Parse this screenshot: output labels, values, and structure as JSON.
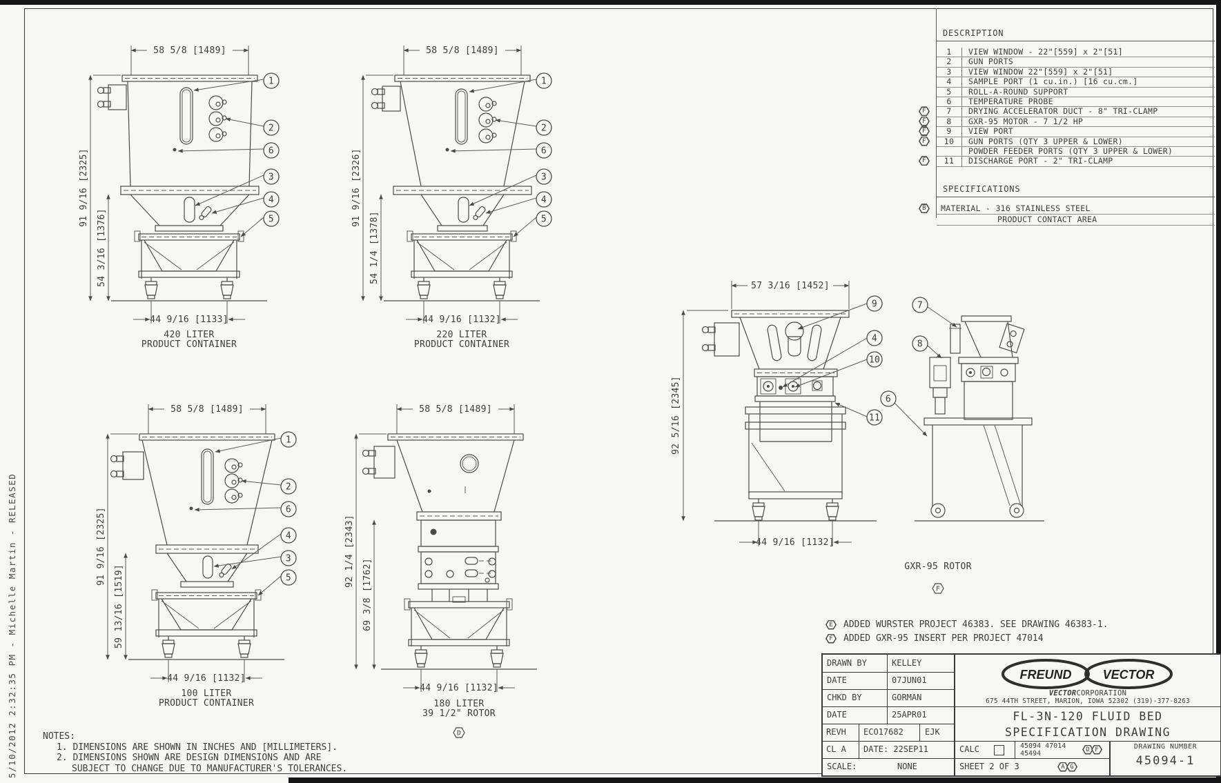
{
  "meta": {
    "side_text": "5/10/2012 2:32:35 PM - Michelle Martin - RELEASED"
  },
  "description_table": {
    "title": "DESCRIPTION",
    "rows": [
      {
        "num": "1",
        "flag": "",
        "text": "VIEW WINDOW - 22\"[559] x 2\"[51]"
      },
      {
        "num": "2",
        "flag": "",
        "text": "GUN PORTS"
      },
      {
        "num": "3",
        "flag": "",
        "text": "VIEW WINDOW 22\"[559] x 2\"[51]"
      },
      {
        "num": "4",
        "flag": "",
        "text": "SAMPLE PORT (1 cu.in.) [16 cu.cm.]"
      },
      {
        "num": "5",
        "flag": "",
        "text": "ROLL-A-ROUND SUPPORT"
      },
      {
        "num": "6",
        "flag": "",
        "text": "TEMPERATURE PROBE"
      },
      {
        "num": "7",
        "flag": "F",
        "text": "DRYING ACCELERATOR DUCT - 8\" TRI-CLAMP"
      },
      {
        "num": "8",
        "flag": "F",
        "text": "GXR-95 MOTOR - 7 1/2 HP"
      },
      {
        "num": "9",
        "flag": "F",
        "text": "VIEW PORT"
      },
      {
        "num": "10",
        "flag": "F",
        "text": "GUN PORTS (QTY 3 UPPER & LOWER)"
      },
      {
        "num": "",
        "flag": "",
        "text": "POWDER FEEDER PORTS (QTY 3 UPPER & LOWER)"
      },
      {
        "num": "11",
        "flag": "F",
        "text": "DISCHARGE PORT - 2\" TRI-CLAMP"
      }
    ]
  },
  "specifications": {
    "title": "SPECIFICATIONS",
    "flag": "B",
    "material_line": "MATERIAL - 316 STAINLESS STEEL",
    "area_line": "PRODUCT CONTACT AREA"
  },
  "drawings": {
    "c420": {
      "title_line1": "420 LITER",
      "title_line2": "PRODUCT CONTAINER",
      "dim_width": "58 5/8 [1489]",
      "dim_height": "91 9/16 [2325]",
      "dim_inner": "54 3/16 [1376]",
      "dim_base": "44 9/16 [1133]",
      "callouts": [
        "1",
        "2",
        "6",
        "3",
        "4",
        "5"
      ]
    },
    "c220": {
      "title_line1": "220 LITER",
      "title_line2": "PRODUCT CONTAINER",
      "dim_width": "58 5/8 [1489]",
      "dim_height": "91 9/16 [2326]",
      "dim_inner": "54 1/4 [1378]",
      "dim_base": "44 9/16 [1132]",
      "callouts": [
        "1",
        "2",
        "6",
        "3",
        "4",
        "5"
      ]
    },
    "c100": {
      "title_line1": "100 LITER",
      "title_line2": "PRODUCT CONTAINER",
      "dim_width": "58 5/8 [1489]",
      "dim_height": "91 9/16 [2325]",
      "dim_inner": "59 13/16 [1519]",
      "dim_base": "44 9/16 [1132]",
      "callouts": [
        "1",
        "2",
        "6",
        "4",
        "3",
        "5"
      ]
    },
    "r180": {
      "title_line1": "180 LITER",
      "title_line2": "39 1/2\" ROTOR",
      "flag": "D",
      "dim_width": "58 5/8 [1489]",
      "dim_height": "92 1/4 [2343]",
      "dim_inner": "69 3/8 [1762]",
      "dim_base": "44 9/16 [1132]"
    },
    "gxr": {
      "title": "GXR-95 ROTOR",
      "flag": "F",
      "dim_width": "57 3/16 [1452]",
      "dim_height": "92 5/16 [2345]",
      "dim_base": "44 9/16 [1132]",
      "callouts_front": [
        "9",
        "4",
        "10",
        "11"
      ],
      "callout_mid": "6",
      "callouts_side": [
        "7",
        "8"
      ]
    }
  },
  "revisions": [
    {
      "flag": "E",
      "text": "ADDED WURSTER PROJECT 46383. SEE DRAWING 46383-1."
    },
    {
      "flag": "F",
      "text": "ADDED GXR-95 INSERT PER PROJECT 47014"
    }
  ],
  "notes": {
    "title": "NOTES:",
    "line1": "1. DIMENSIONS ARE SHOWN IN INCHES AND [MILLIMETERS].",
    "line2": "2. DIMENSIONS SHOWN ARE DESIGN DIMENSIONS AND ARE",
    "line3": "SUBJECT TO CHANGE DUE TO MANUFACTURER'S TOLERANCES."
  },
  "title_block": {
    "drawn_by_label": "DRAWN BY",
    "drawn_by": "KELLEY",
    "date1_label": "DATE",
    "date1": "07JUN01",
    "chkd_by_label": "CHKD BY",
    "chkd_by": "GORMAN",
    "date2_label": "DATE",
    "date2": "25APR01",
    "revh_label": "REVH",
    "revh_eco": "ECO17682",
    "revh_by": "EJK",
    "cla_label": "CL A",
    "cla_date": "DATE: 22SEP11",
    "scale_label": "SCALE:",
    "scale_value": "NONE",
    "logo_left": "FREUND",
    "logo_right": "VECTOR",
    "company_bold": "VECTOR",
    "company_rest": "CORPORATION",
    "address": "675 44TH STREET, MARION, IOWA 52302 (319)-377-8263",
    "title_line1": "FL-3N-120 FLUID BED",
    "title_line2": "SPECIFICATION DRAWING",
    "calc_label": "CALC",
    "calc_ref_top": "45094  47014",
    "calc_ref_bottom": "45494",
    "calc_flag1": "D",
    "calc_flag2": "F",
    "sheet_text": "SHEET  2  OF  3",
    "sheet_flag1": "A",
    "sheet_flag2": "G",
    "drawing_number_label": "DRAWING NUMBER",
    "drawing_number": "45094-1"
  }
}
